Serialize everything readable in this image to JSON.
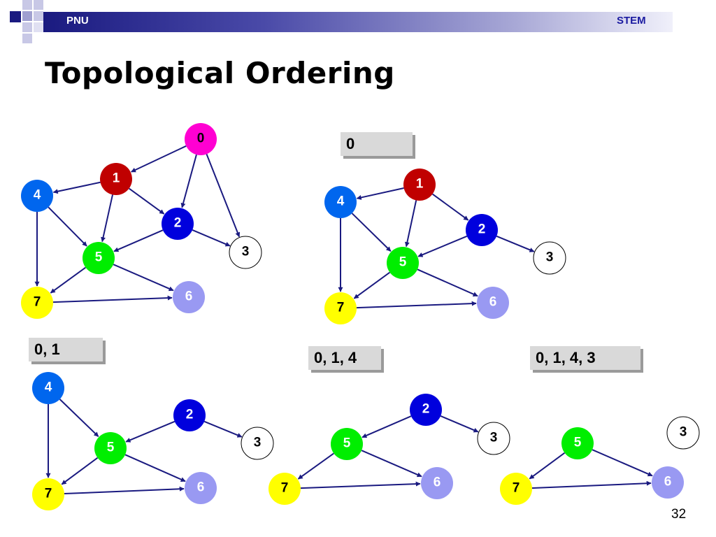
{
  "header": {
    "left_label": "PNU",
    "right_label": "STEM"
  },
  "title": "Topological Ordering",
  "page_number": "32",
  "node_colors": {
    "0": "#ff00d2",
    "1": "#c00000",
    "2": "#0000dd",
    "3": "#ffffff",
    "4": "#0066ee",
    "5": "#00ee00",
    "6": "#9999f2",
    "7": "#ffff00"
  },
  "label_colors": {
    "0": "#000000",
    "1": "#ffffff",
    "2": "#ffffff",
    "3": "#000000",
    "4": "#ffffff",
    "5": "#ffffff",
    "6": "#ffffff",
    "7": "#000000"
  },
  "edge_color": "#1a1a80",
  "graphs": [
    {
      "order": "",
      "nodes": [
        "0",
        "1",
        "2",
        "3",
        "4",
        "5",
        "6",
        "7"
      ],
      "edges": [
        [
          "0",
          "1"
        ],
        [
          "0",
          "2"
        ],
        [
          "0",
          "3"
        ],
        [
          "1",
          "4"
        ],
        [
          "1",
          "5"
        ],
        [
          "1",
          "2"
        ],
        [
          "2",
          "5"
        ],
        [
          "2",
          "3"
        ],
        [
          "4",
          "5"
        ],
        [
          "4",
          "7"
        ],
        [
          "5",
          "7"
        ],
        [
          "5",
          "6"
        ],
        [
          "7",
          "6"
        ]
      ]
    },
    {
      "order": "0",
      "nodes": [
        "1",
        "2",
        "3",
        "4",
        "5",
        "6",
        "7"
      ],
      "edges": [
        [
          "1",
          "4"
        ],
        [
          "1",
          "5"
        ],
        [
          "1",
          "2"
        ],
        [
          "2",
          "5"
        ],
        [
          "2",
          "3"
        ],
        [
          "4",
          "5"
        ],
        [
          "4",
          "7"
        ],
        [
          "5",
          "7"
        ],
        [
          "5",
          "6"
        ],
        [
          "7",
          "6"
        ]
      ]
    },
    {
      "order": "0, 1",
      "nodes": [
        "2",
        "3",
        "4",
        "5",
        "6",
        "7"
      ],
      "edges": [
        [
          "2",
          "5"
        ],
        [
          "2",
          "3"
        ],
        [
          "4",
          "5"
        ],
        [
          "4",
          "7"
        ],
        [
          "5",
          "7"
        ],
        [
          "5",
          "6"
        ],
        [
          "7",
          "6"
        ]
      ]
    },
    {
      "order": "0, 1, 4",
      "nodes": [
        "2",
        "3",
        "5",
        "6",
        "7"
      ],
      "edges": [
        [
          "2",
          "5"
        ],
        [
          "2",
          "3"
        ],
        [
          "5",
          "7"
        ],
        [
          "5",
          "6"
        ],
        [
          "7",
          "6"
        ]
      ]
    },
    {
      "order": "0, 1, 4, 3",
      "nodes": [
        "3",
        "5",
        "6",
        "7"
      ],
      "edges": [
        [
          "5",
          "7"
        ],
        [
          "5",
          "6"
        ],
        [
          "7",
          "6"
        ]
      ]
    }
  ]
}
